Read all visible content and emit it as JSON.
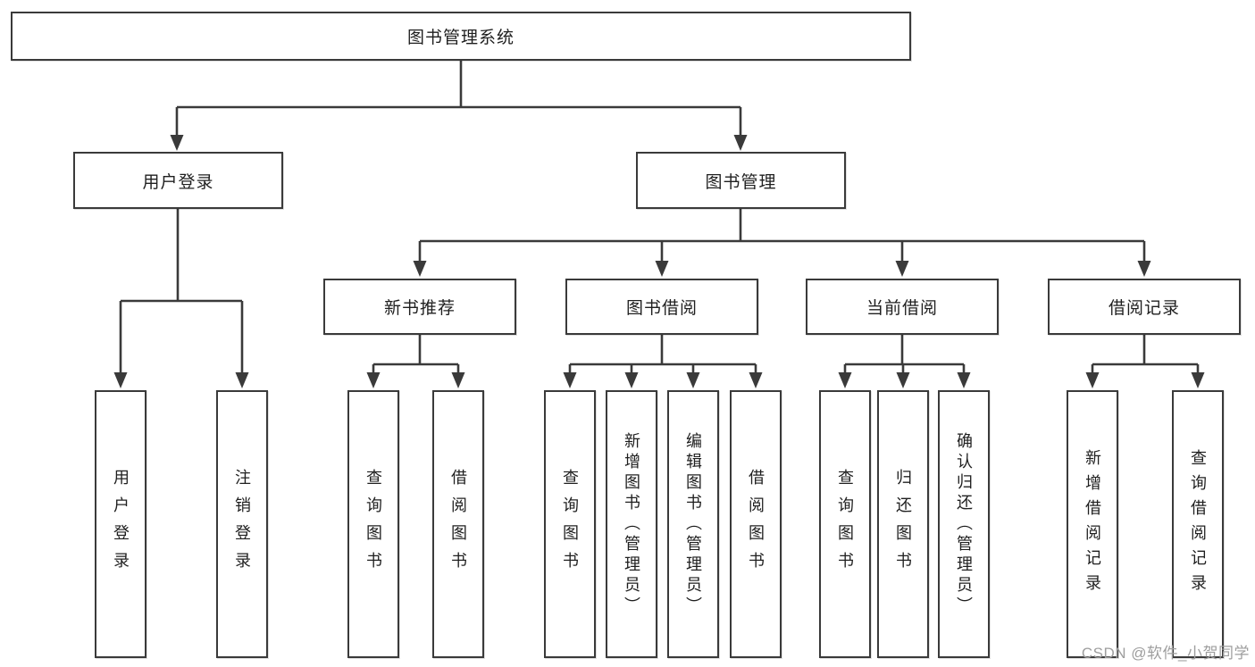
{
  "nodes": {
    "root": "图书管理系统",
    "level2": [
      "用户登录",
      "图书管理"
    ],
    "level3": [
      "新书推荐",
      "图书借阅",
      "当前借阅",
      "借阅记录"
    ],
    "leaves": {
      "user_login": [
        "用户登录",
        "注销登录"
      ],
      "new_book": [
        "查询图书",
        "借阅图书"
      ],
      "borrow": [
        "查询图书",
        "新增图书（管理员）",
        "编辑图书（管理员）",
        "借阅图书"
      ],
      "current": [
        "查询图书",
        "归还图书",
        "确认归还（管理员）"
      ],
      "records": [
        "新增借阅记录",
        "查询借阅记录"
      ]
    }
  },
  "watermark": "CSDN @软件_小贺同学",
  "colors": {
    "line": "#3a3a3a",
    "text": "#1f1f1f",
    "watermark": "#9e9e9e",
    "background": "#ffffff"
  }
}
